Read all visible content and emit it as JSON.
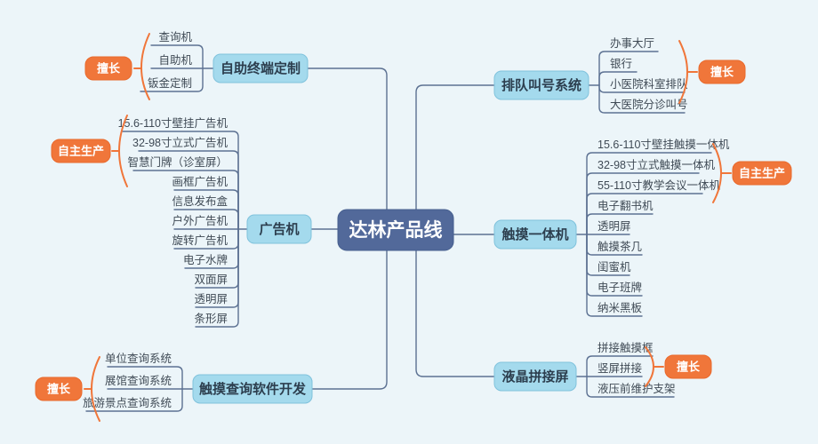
{
  "center": {
    "label": "达林产品线"
  },
  "branches": [
    {
      "label": "自助终端定制",
      "children": [
        "查询机",
        "自助机",
        "钣金定制"
      ],
      "tag": "擅长"
    },
    {
      "label": "广告机",
      "children": [
        "15.6-110寸壁挂广告机",
        "32-98寸立式广告机",
        "智慧门牌（诊室屏）",
        "画框广告机",
        "信息发布盒",
        "户外广告机",
        "旋转广告机",
        "电子水牌",
        "双面屏",
        "透明屏",
        "条形屏"
      ],
      "tag": "自主生产"
    },
    {
      "label": "触摸查询软件开发",
      "children": [
        "单位查询系统",
        "展馆查询系统",
        "旅游景点查询系统"
      ],
      "tag": "擅长"
    },
    {
      "label": "排队叫号系统",
      "children": [
        "办事大厅",
        "银行",
        "小医院科室排队",
        "大医院分诊叫号"
      ],
      "tag": "擅长"
    },
    {
      "label": "触摸一体机",
      "children": [
        "15.6-110寸壁挂触摸一体机",
        "32-98寸立式触摸一体机",
        "55-110寸教学会议一体机",
        "电子翻书机",
        "透明屏",
        "触摸茶几",
        "闺蜜机",
        "电子班牌",
        "纳米黑板"
      ],
      "tag": "自主生产"
    },
    {
      "label": "液晶拼接屏",
      "children": [
        "拼接触摸框",
        "竖屏拼接",
        "液压前维护支架"
      ],
      "tag": "擅长"
    }
  ],
  "colors": {
    "background": "#ecf5f9",
    "center_fill": "#52699a",
    "node_fill": "#a4daed",
    "node_border": "#7fc2dc",
    "node_text": "#2c3e4e",
    "child_text": "#3f4a55",
    "connector": "#5c7192",
    "accent_orange": "#f0763a"
  }
}
